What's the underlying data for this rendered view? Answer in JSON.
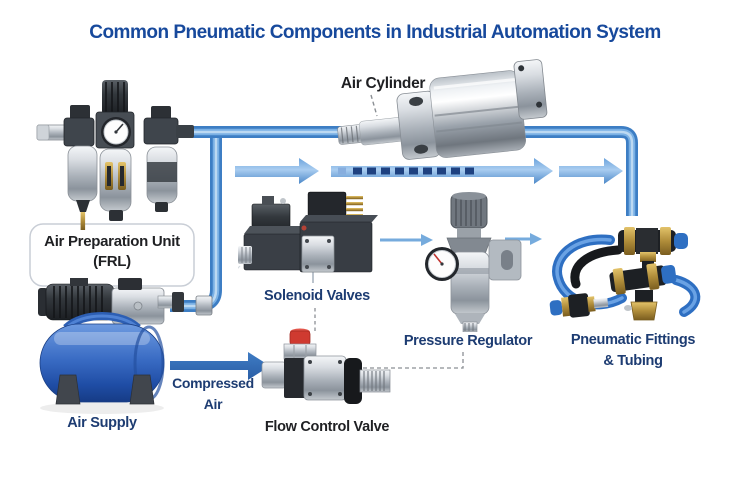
{
  "title": {
    "highlight": "Common Pneumatic Components",
    "rest": " in Industrial Automation System"
  },
  "components": {
    "frl": {
      "label_line1": "Air Preparation Unit",
      "label_line2": "(FRL)"
    },
    "air_cylinder": {
      "label": "Air Cylinder"
    },
    "solenoid_valves": {
      "label": "Solenoid Valves"
    },
    "pressure_regulator": {
      "label": "Pressure Regulator"
    },
    "fittings": {
      "label_line1": "Pneumatic Fittings",
      "label_line2": "& Tubing"
    },
    "air_supply": {
      "label": "Air Supply"
    },
    "flow_control_valve": {
      "label": "Flow Control Valve"
    }
  },
  "flow": {
    "compressed_air_line1": "Compressed",
    "compressed_air_line2": "Air"
  },
  "colors": {
    "title_navy": "#17499c",
    "label_navy": "#1d3c72",
    "label_black": "#1f2023",
    "pipe_blue": "#3d7ec4",
    "pipe_core": "#79b0e4",
    "flow_arrow_blue": "#4c88c8",
    "dash_navy": "#1e4180",
    "compressed_air_arrow": "#2a5ea6",
    "tank_blue": "#2f62b8",
    "brass": "#b08d3a"
  }
}
